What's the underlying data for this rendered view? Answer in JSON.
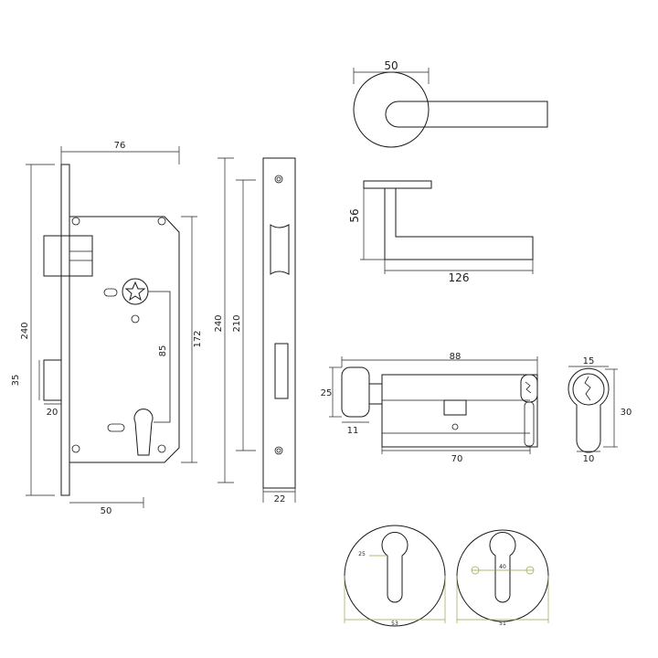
{
  "dimensions": {
    "lock_body_width": "76",
    "lock_faceplate_height": "240",
    "backset_height": "35",
    "backset_depth": "20",
    "lock_case_height": "172",
    "spindle_to_cylinder": "85",
    "backset": "50",
    "strike_height": "240",
    "strike_inner_height": "210",
    "strike_width": "22",
    "rose_diameter": "50",
    "handle_height": "56",
    "handle_length": "126",
    "cylinder_length": "88",
    "cylinder_thumbturn_height": "25",
    "cylinder_thumbturn_offset": "11",
    "cylinder_body_length": "70",
    "cylinder_profile_width": "15",
    "cylinder_profile_height": "30",
    "cylinder_profile_bottom": "10",
    "escutcheon_a_keyhole": "25",
    "escutcheon_a_diameter": "53",
    "escutcheon_b_holes": "40",
    "escutcheon_b_diameter": "51"
  },
  "colors": {
    "line": "#1a1a1a",
    "dim_green": "#9aa04a"
  }
}
